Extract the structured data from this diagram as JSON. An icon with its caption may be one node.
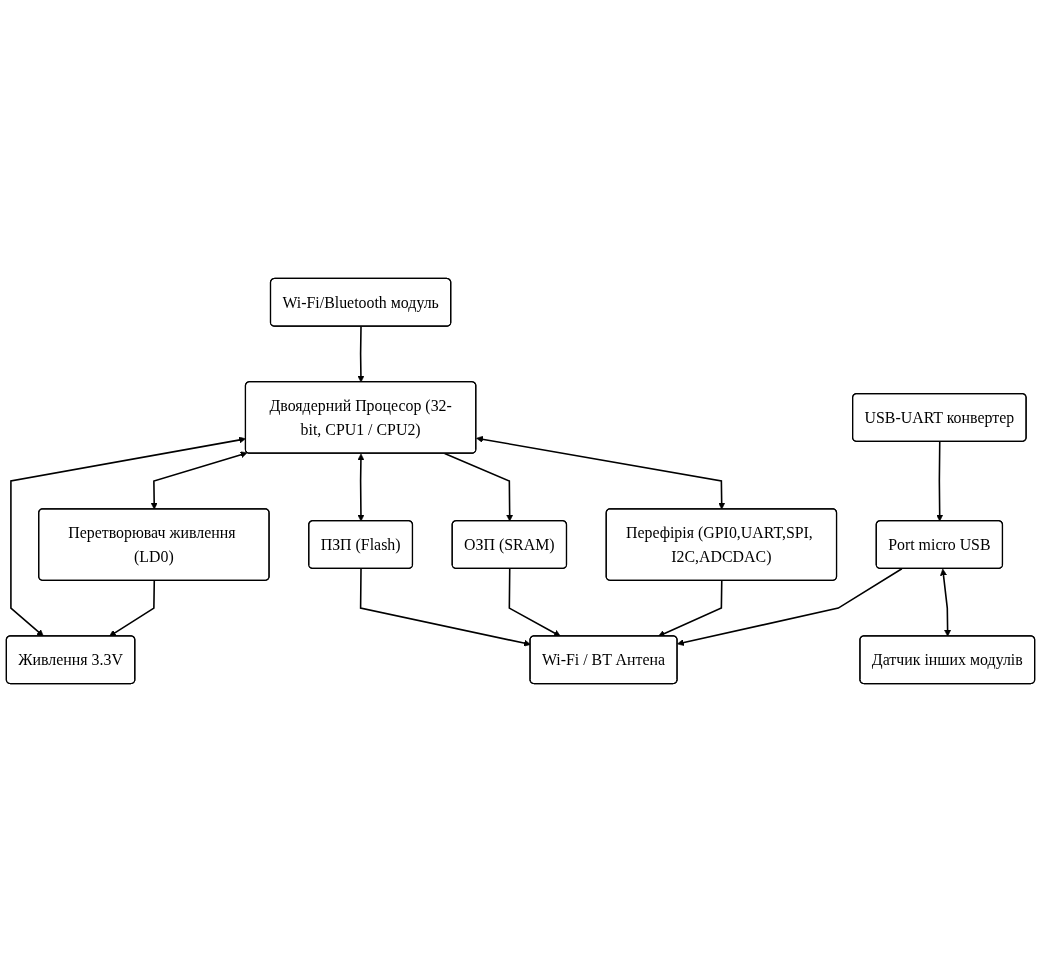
{
  "diagram": {
    "nodes": [
      {
        "text": [
          "Wi-Fi/Bluetooth модуль"
        ]
      },
      {
        "text": [
          "Живлення 3.3V"
        ]
      },
      {
        "text": [
          "Двоядерний Процесор (32-bit, CPU1 / CPU2)"
        ]
      },
      {
        "text": [
          "Перетворювач живлення (LD0)"
        ]
      },
      {
        "text": [
          "ОЗП (SRAM)"
        ]
      },
      {
        "text": [
          "ПЗП (Flash)"
        ]
      },
      {
        "text": [
          "Перефірія (GPI0,UART,SPI, I2C,ADCDAC)"
        ]
      },
      {
        "text": [
          "Wi-Fi / BT Антена"
        ]
      },
      {
        "text": [
          "USB-UART конвертер"
        ]
      },
      {
        "text": [
          "Port micro USB"
        ]
      },
      {
        "text": [
          "Датчик інших модулів"
        ]
      }
    ],
    "edges": [
      {
        "from": 0,
        "to": 2,
        "arrow": "to"
      },
      {
        "from": 2,
        "to": 1,
        "arrow": "both"
      },
      {
        "from": 3,
        "to": 1,
        "arrow": "to"
      },
      {
        "from": 2,
        "to": 3,
        "arrow": "both"
      },
      {
        "from": 2,
        "to": 4,
        "arrow": "to"
      },
      {
        "from": 2,
        "to": 5,
        "arrow": "both"
      },
      {
        "from": 2,
        "to": 6,
        "arrow": "both"
      },
      {
        "from": 5,
        "to": 7,
        "arrow": "to"
      },
      {
        "from": 4,
        "to": 7,
        "arrow": "to"
      },
      {
        "from": 6,
        "to": 7,
        "arrow": "to"
      },
      {
        "from": 9,
        "to": 7,
        "arrow": "to"
      },
      {
        "from": 8,
        "to": 9,
        "arrow": "to"
      },
      {
        "from": 9,
        "to": 10,
        "arrow": "both"
      }
    ]
  }
}
